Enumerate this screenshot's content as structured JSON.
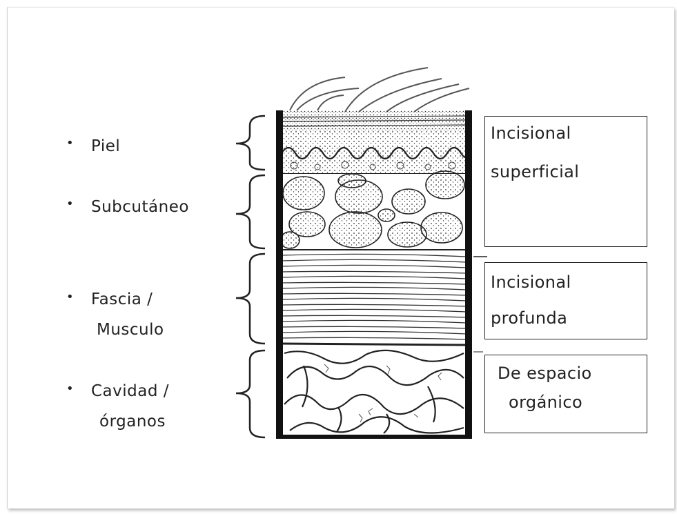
{
  "layers": [
    {
      "id": "piel",
      "label_lines": [
        "Piel"
      ]
    },
    {
      "id": "subcutaneo",
      "label_lines": [
        "Subcutáneo"
      ]
    },
    {
      "id": "fascia",
      "label_lines": [
        "Fascia /",
        "Musculo"
      ]
    },
    {
      "id": "cavidad",
      "label_lines": [
        "Cavidad  /",
        "órganos"
      ]
    }
  ],
  "bullet_glyph": "•",
  "classification": [
    {
      "id": "superficial",
      "lines": [
        "Incisional",
        "superficial"
      ]
    },
    {
      "id": "profunda",
      "lines": [
        "Incisional",
        "profunda"
      ]
    },
    {
      "id": "organico",
      "lines": [
        "De espacio",
        "orgánico"
      ]
    }
  ],
  "colors": {
    "ink": "#222222",
    "background": "#ffffff"
  }
}
